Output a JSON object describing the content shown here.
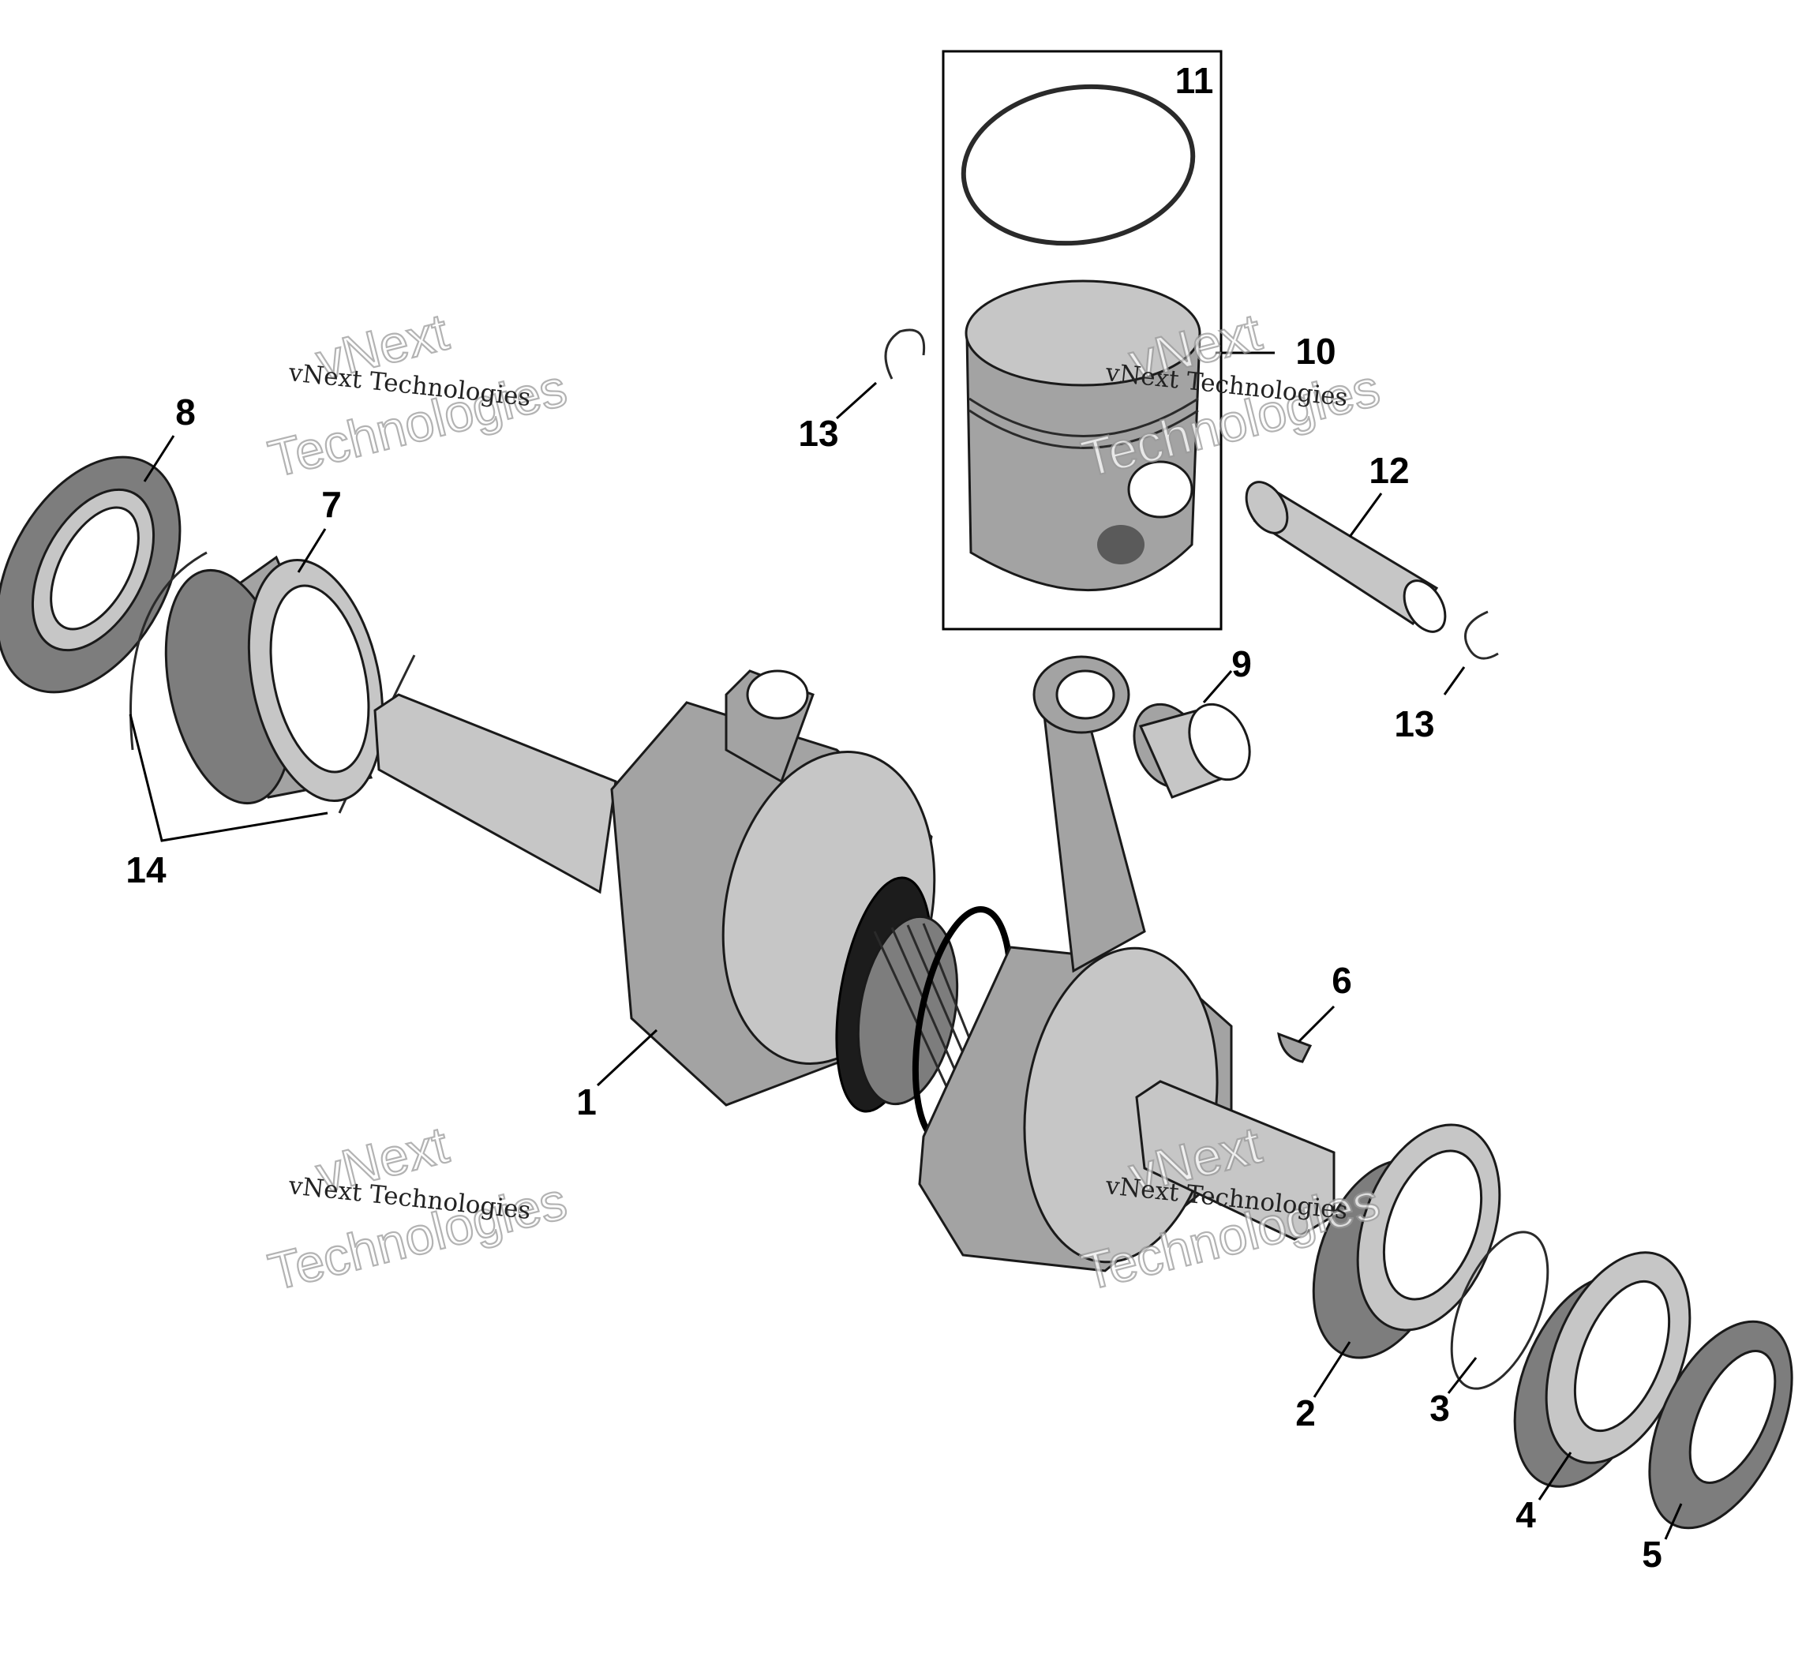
{
  "diagram": {
    "callouts": [
      {
        "id": "1",
        "label": "1"
      },
      {
        "id": "2",
        "label": "2"
      },
      {
        "id": "3",
        "label": "3"
      },
      {
        "id": "4",
        "label": "4"
      },
      {
        "id": "5",
        "label": "5"
      },
      {
        "id": "6",
        "label": "6"
      },
      {
        "id": "7",
        "label": "7"
      },
      {
        "id": "8",
        "label": "8"
      },
      {
        "id": "9",
        "label": "9"
      },
      {
        "id": "10",
        "label": "10"
      },
      {
        "id": "11",
        "label": "11"
      },
      {
        "id": "12",
        "label": "12"
      },
      {
        "id": "13a",
        "label": "13"
      },
      {
        "id": "13b",
        "label": "13"
      },
      {
        "id": "14",
        "label": "14"
      }
    ],
    "watermarks": [
      {
        "small": "vNext Technologies",
        "big_top": "vNext",
        "big_bottom": "Technologies"
      },
      {
        "small": "vNext Technologies",
        "big_top": "vNext",
        "big_bottom": "Technologies"
      },
      {
        "small": "vNext Technologies",
        "big_top": "vNext",
        "big_bottom": "Technologies"
      },
      {
        "small": "vNext Technologies",
        "big_top": "vNext",
        "big_bottom": "Technologies"
      }
    ]
  }
}
